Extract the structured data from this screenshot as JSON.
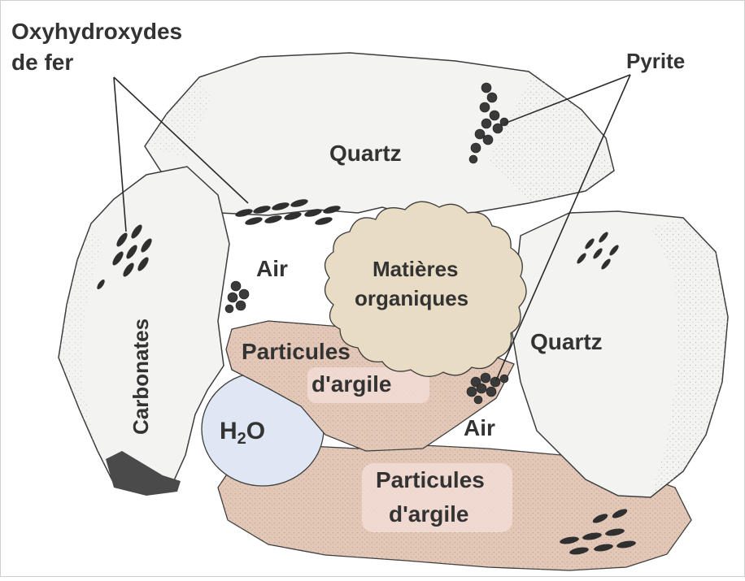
{
  "labels": {
    "oxy_line1": "Oxyhydroxydes",
    "oxy_line2": "de fer",
    "pyrite": "Pyrite",
    "quartz_top": "Quartz",
    "quartz_right": "Quartz",
    "air_left": "Air",
    "air_bottom": "Air",
    "matieres_line1": "Matières",
    "matieres_line2": "organiques",
    "argile1_line1": "Particules",
    "argile1_line2": "d'argile",
    "argile2_line1": "Particules",
    "argile2_line2": "d'argile",
    "carbonates": "Carbonates",
    "h2o_h": "H",
    "h2o_sub": "2",
    "h2o_o": "O"
  },
  "colors": {
    "quartz_fill": "#f3f3f1",
    "quartz_stipple": "#b9b9b9",
    "argile_fill": "#e3c8b8",
    "argile_light": "#f2dcd5",
    "organic_fill": "#e9dcc4",
    "water_fill": "#e0e7f4",
    "outline": "#3c3c3c",
    "mineral_dark": "#2f2f2f",
    "label_text": "#333333"
  }
}
